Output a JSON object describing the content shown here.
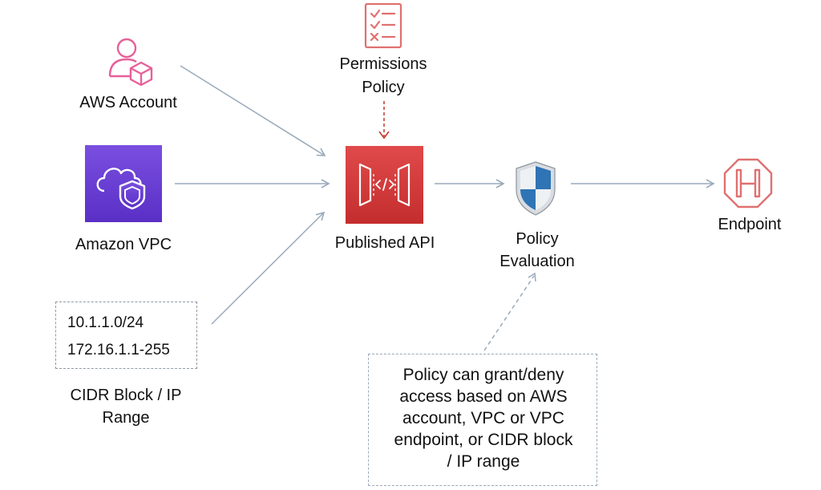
{
  "nodes": {
    "aws_account": {
      "label": "AWS Account",
      "icon": "user-account-icon"
    },
    "permissions_policy": {
      "label_lines": [
        "Permissions",
        "Policy"
      ],
      "icon": "checklist-icon"
    },
    "amazon_vpc": {
      "label": "Amazon VPC",
      "icon": "vpc-cloud-shield-icon"
    },
    "published_api": {
      "label": "Published API",
      "icon": "api-gateway-icon"
    },
    "policy_evaluation": {
      "label_lines": [
        "Policy",
        "Evaluation"
      ],
      "icon": "shield-icon"
    },
    "endpoint": {
      "label": "Endpoint",
      "icon": "endpoint-octagon-icon"
    },
    "cidr_block": {
      "entries": [
        "10.1.1.0/24",
        "172.16.1.1-255"
      ],
      "label_lines": [
        "CIDR Block / IP",
        "Range"
      ]
    }
  },
  "note": {
    "text": "Policy can grant/deny\naccess based on AWS\naccount, VPC or VPC\nendpoint, or CIDR block\n/ IP range"
  },
  "colors": {
    "arrow": "#9aaabb",
    "policy_arrow": "#c0392b",
    "account_pink": "#e8609a",
    "vpc_purple": "#6b3fd4",
    "api_red": "#d43a3a",
    "checklist_red": "#e07070",
    "shield_blue": "#2f74b5"
  }
}
